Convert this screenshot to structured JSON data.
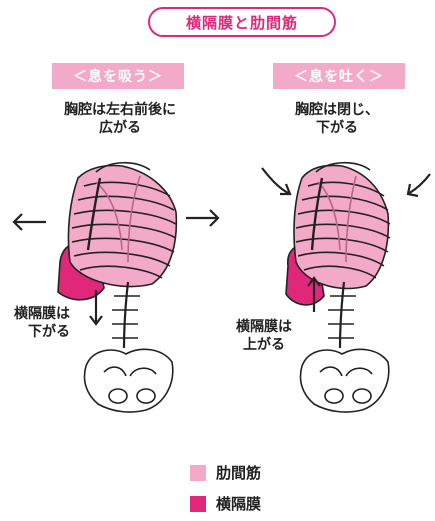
{
  "title": "横隔膜と肋間筋",
  "left": {
    "phase": "＜息を吸う＞",
    "note_line1": "胸腔は左右前後に",
    "note_line2": "広がる",
    "label_line1": "横隔膜は",
    "label_line2": "下がる"
  },
  "right": {
    "phase": "＜息を吐く＞",
    "note_line1": "胸腔は閉じ、",
    "note_line2": "下がる",
    "label_line1": "横隔膜は",
    "label_line2": "上がる"
  },
  "legend": [
    {
      "label": "肋間筋",
      "color": "#f3a9c8"
    },
    {
      "label": "横隔膜",
      "color": "#e0287a"
    }
  ],
  "colors": {
    "accent": "#e0287a",
    "intercostal": "#f3a9c8",
    "diaphragm": "#e0287a",
    "line": "#222222"
  }
}
